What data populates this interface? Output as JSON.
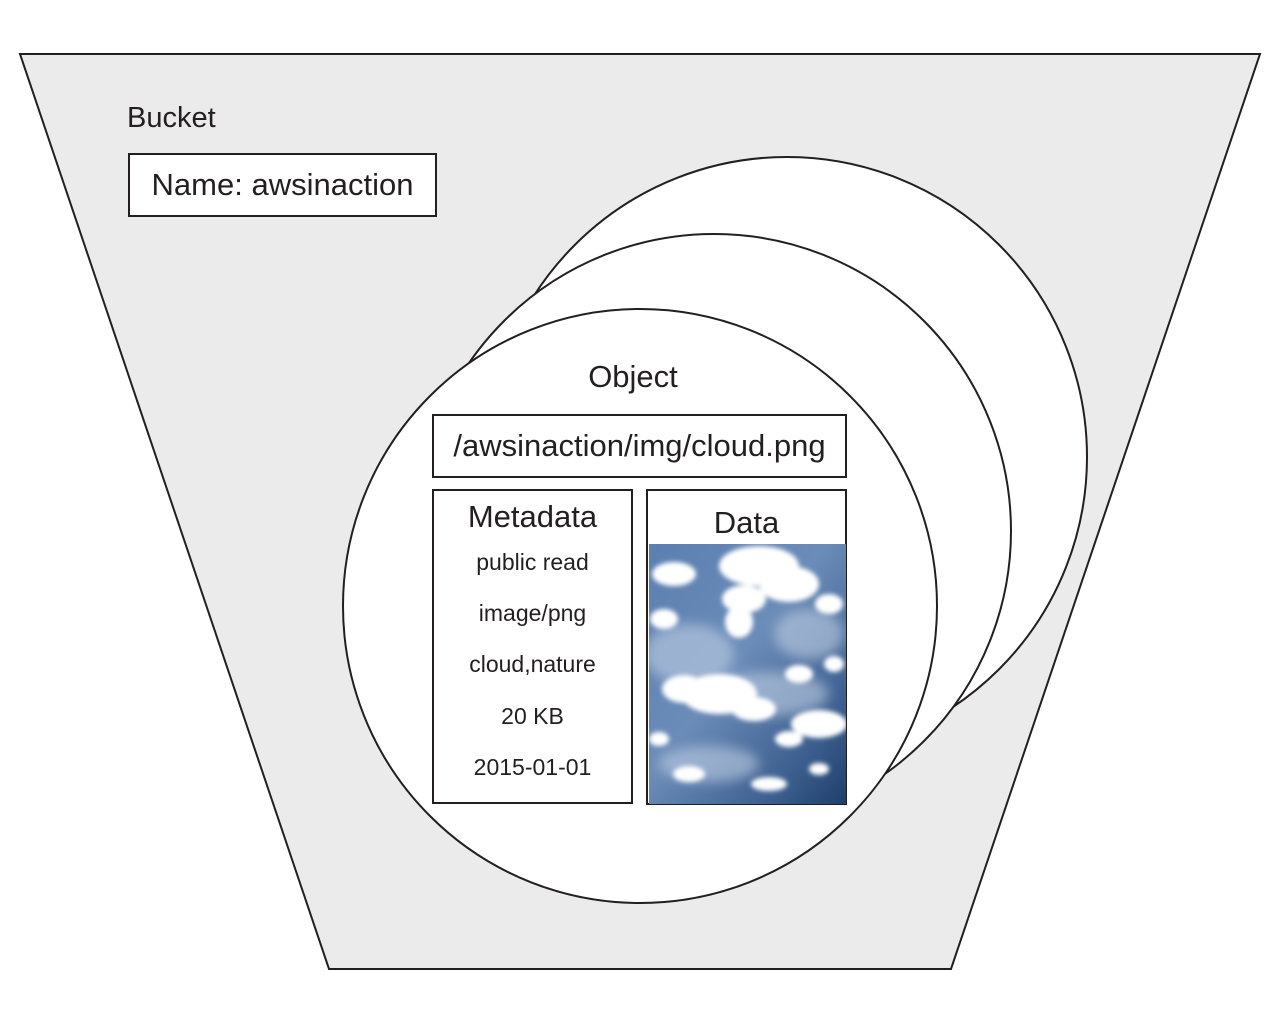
{
  "bucket": {
    "label": "Bucket",
    "name": "Name: awsinaction"
  },
  "object": {
    "label": "Object",
    "key": "/awsinaction/img/cloud.png",
    "metadata": {
      "title": "Metadata",
      "items": [
        "public read",
        "image/png",
        "cloud,nature",
        "20 KB",
        "2015-01-01"
      ]
    },
    "data": {
      "title": "Data",
      "image": "cloudy-sky-photo"
    }
  },
  "colors": {
    "bucket_fill": "#ebebeb",
    "stroke": "#231f20",
    "circle_fill": "#ffffff",
    "sky_dark": "#274a78",
    "sky_light": "#6b8cb8",
    "cloud": "#ffffff"
  }
}
